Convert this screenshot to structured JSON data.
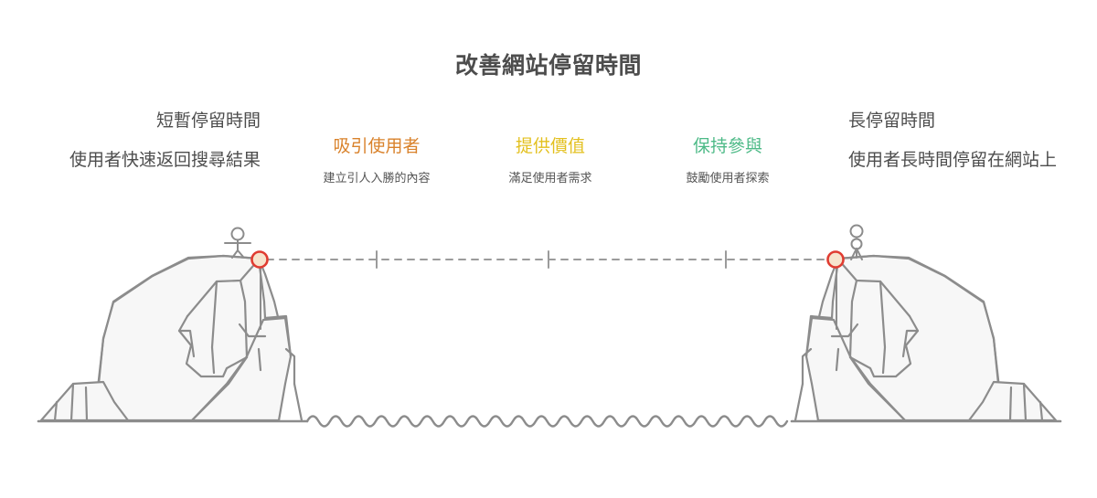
{
  "page": {
    "title": "改善網站停留時間",
    "background_color": "#ffffff"
  },
  "endpoints": {
    "left": {
      "heading": "短暫停留時間",
      "body": "使用者快速返回搜尋結果",
      "marker_color": "#e03c31",
      "marker_fill": "#f7e4cd"
    },
    "right": {
      "heading": "長停留時間",
      "body": "使用者長時間停留在網站上",
      "marker_color": "#e03c31",
      "marker_fill": "#f7e4cd"
    }
  },
  "milestones": [
    {
      "heading": "吸引使用者",
      "body": "建立引人入勝的內容",
      "color": "#d9822b"
    },
    {
      "heading": "提供價值",
      "body": "滿足使用者需求",
      "color": "#e3c01e"
    },
    {
      "heading": "保持參與",
      "body": "鼓勵使用者探索",
      "color": "#4dba87"
    }
  ],
  "illustration": {
    "line_color": "#8c8c8c",
    "fill_color": "#f7f7f7",
    "dash_color": "#9b9b9b",
    "figure_left_name": "stick-figure-arms-out",
    "figure_right_name": "stick-figure-standing",
    "water_name": "wavy-water-line",
    "ground_name": "ground-line"
  }
}
